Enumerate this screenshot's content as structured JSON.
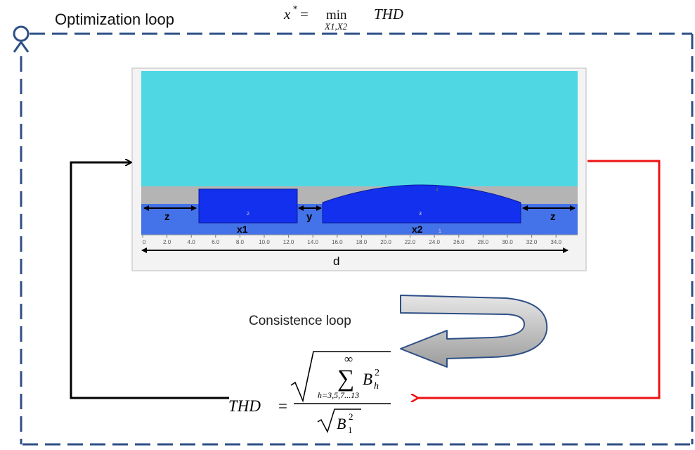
{
  "title": "Optimization loop",
  "objective": {
    "lhs": "x",
    "star": "*",
    "eq": "=",
    "op": "min",
    "sub": "X1,X2",
    "rhs": "THD"
  },
  "dimensions": {
    "z_left": "z",
    "x1": "x1",
    "y": "y",
    "x2": "x2",
    "z_right": "z",
    "d": "d"
  },
  "region_numbers": {
    "r2": "2",
    "r3": "3",
    "r1": "1",
    "r4": "4"
  },
  "axis_ticks": [
    "0",
    "2.0",
    "4.0",
    "6.0",
    "8.0",
    "10.0",
    "12.0",
    "14.0",
    "16.0",
    "18.0",
    "20.0",
    "22.0",
    "24.0",
    "26.0",
    "28.0",
    "30.0",
    "32.0",
    "34.0"
  ],
  "consistence_label": "Consistence loop",
  "thd_formula": {
    "lhs": "THD",
    "eq": "=",
    "sum_top": "∞",
    "sum_sym": "∑",
    "sum_bottom": "h=3,5,7...13",
    "num_term": "B",
    "num_sub": "h",
    "num_sup": "2",
    "den_term": "B",
    "den_sub": "1",
    "den_sup": "2"
  },
  "colors": {
    "frame_dash": "#2e4f86",
    "air": "#4fd8e4",
    "iron": "#b4b4b4",
    "magnet": "#1230ee",
    "rotor": "#4472e8",
    "arrow_red": "#ee1111",
    "arrow_black": "#000000"
  }
}
